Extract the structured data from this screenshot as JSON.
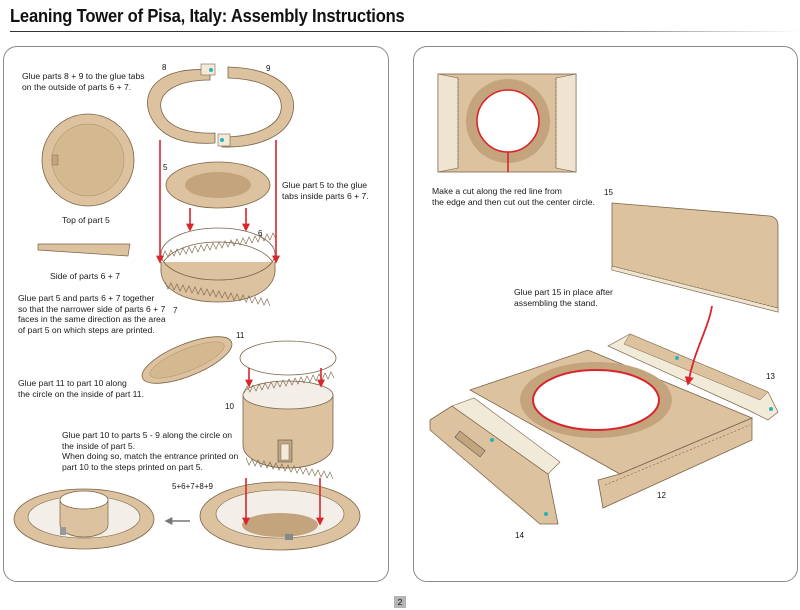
{
  "page": {
    "title": "Leaning Tower of Pisa, Italy: Assembly Instructions",
    "page_number": "2"
  },
  "colors": {
    "cardboard": "#dcc29f",
    "cardboard_dark": "#c4a47d",
    "arrow_red": "#d8262c",
    "glue_dot": "#2bb3b8",
    "outline": "#6b5a44"
  },
  "left_panel": {
    "step_glue_rings": "Glue parts 8 + 9 to the glue tabs\non the outside of parts 6 + 7.",
    "label_part_8": "8",
    "label_part_9": "9",
    "label_part_5": "5",
    "label_part_6": "6",
    "label_part_7": "7",
    "caption_top_of_part_5": "Top of part 5",
    "caption_side_of_parts": "Side of parts 6 + 7",
    "step_glue_part_5": "Glue part 5 to the glue\ntabs inside parts 6 + 7.",
    "step_glue_together": "Glue part 5 and parts 6 + 7 together\nso that the narrower side of parts 6 + 7\nfaces in the same direction as the area\nof part 5 on which steps are printed.",
    "label_part_11": "11",
    "label_part_10": "10",
    "step_glue_part_11": "Glue part 11 to part 10 along\nthe circle on the inside of part 11.",
    "step_glue_part_10": "Glue part 10 to parts 5 - 9 along the circle on\nthe inside of part 5.\nWhen doing so, match the entrance printed on\npart 10 to the steps printed on part 5.",
    "label_parts_combined": "5+6+7+8+9"
  },
  "right_panel": {
    "step_cut": "Make a cut along the red line from\nthe edge and then cut out the center circle.",
    "label_part_15": "15",
    "step_glue_part_15": "Glue part 15 in place after\nassembling the stand.",
    "label_part_13": "13",
    "label_part_12": "12",
    "label_part_14": "14"
  }
}
